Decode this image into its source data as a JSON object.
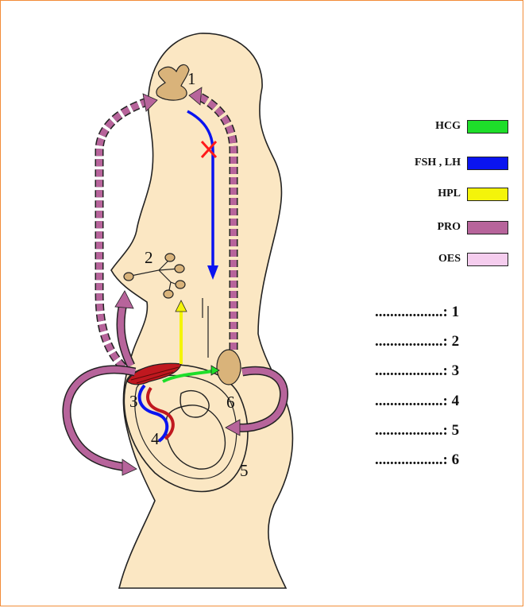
{
  "legend": [
    {
      "label": "HCG",
      "color": "#1ede2a"
    },
    {
      "label": "FSH , LH",
      "color": "#0a14f0"
    },
    {
      "label": "HPL",
      "color": "#f4f40a"
    },
    {
      "label": "PRO",
      "color": "#b7649b"
    },
    {
      "label": "OES",
      "color": "#f5cdee"
    }
  ],
  "labels": {
    "n1": "1",
    "n2": "2",
    "n3": "3",
    "n4": "4",
    "n5": "5",
    "n6": "6"
  },
  "answers": [
    {
      "text": "..................: 1"
    },
    {
      "text": "..................: 2"
    },
    {
      "text": "..................: 3"
    },
    {
      "text": "..................: 4"
    },
    {
      "text": "..................: 5"
    },
    {
      "text": "..................: 6"
    }
  ],
  "colors": {
    "skin": "#fbe7c3",
    "organ": "#d9b37a",
    "outline": "#222222",
    "placenta": "#c0181f",
    "blocked": "#ff1a1a"
  }
}
